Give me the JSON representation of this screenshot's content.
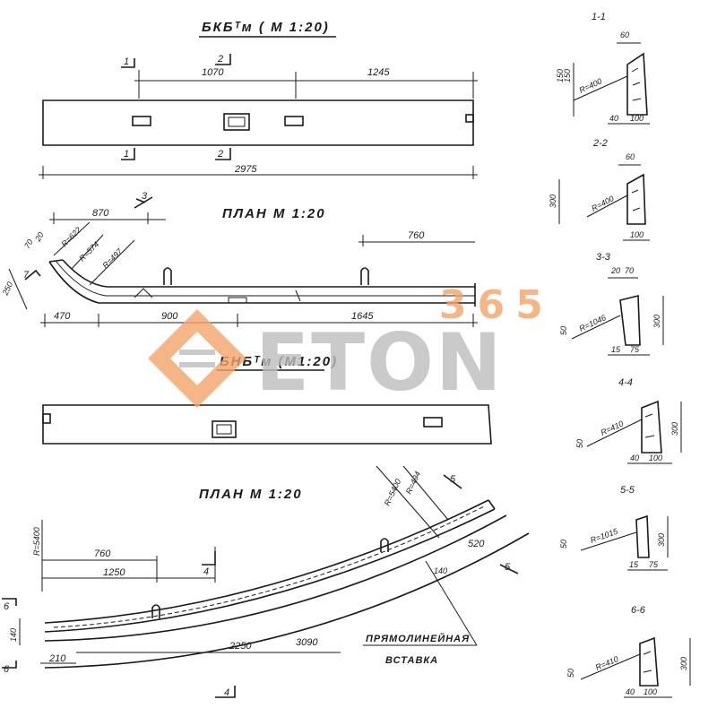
{
  "titles": {
    "bkb": "БКБᵀм  ( М 1:20)",
    "plan1": "ПЛАН   М 1:20",
    "bnb": "БНБᵀм  (М1:20)",
    "plan2": "ПЛАН  М 1:20"
  },
  "elevation1": {
    "d1070": "1070",
    "d1245": "1245",
    "d2975": "2975",
    "cut1": "1",
    "cut2": "2"
  },
  "plan1": {
    "d870": "870",
    "d760": "760",
    "d470": "470",
    "d900": "900",
    "d1645": "1645",
    "d250": "250",
    "r622": "R=622",
    "r574": "R=574",
    "r497": "R=497",
    "d70": "70",
    "d20": "20",
    "cut3": "3",
    "cut7": "7"
  },
  "plan2": {
    "r5400a": "R=5400",
    "r5400b": "R=5400",
    "r494": "R=494",
    "d760": "760",
    "d1250": "1250",
    "d520": "520",
    "d140a": "140",
    "d140b": "140",
    "d210": "210",
    "d2250": "2250",
    "d3090": "3090",
    "insert_line1": "ПРЯМОЛИНЕЙНАЯ",
    "insert_line2": "ВСТАВКА",
    "cut4": "4",
    "cut5": "5",
    "cut6a": "6",
    "cut6b": "6"
  },
  "sections": {
    "s1": {
      "label": "1-1",
      "r": "R=400",
      "d60": "60",
      "d150a": "150",
      "d150b": "150",
      "d40": "40",
      "d100": "100"
    },
    "s2": {
      "label": "2-2",
      "r": "R=400",
      "d60": "60",
      "d300": "300",
      "d100": "100"
    },
    "s3": {
      "label": "3-3",
      "r": "R=1046",
      "d20": "20",
      "d70": "70",
      "d50": "50",
      "d300": "300",
      "d15": "15",
      "d75": "75"
    },
    "s4": {
      "label": "4-4",
      "r": "R=410",
      "d50": "50",
      "d300": "300",
      "d40": "40",
      "d100": "100"
    },
    "s5": {
      "label": "5-5",
      "r": "R=1015",
      "d50": "50",
      "d300": "300",
      "d15": "15",
      "d75": "75"
    },
    "s6": {
      "label": "6-6",
      "r": "R=410",
      "d50": "50",
      "d300": "300",
      "d40": "40",
      "d100": "100"
    }
  },
  "watermark": {
    "brand": "ETON",
    "number": "365",
    "color_orange": "#f2a46a",
    "color_gray": "#bdbdbd"
  }
}
